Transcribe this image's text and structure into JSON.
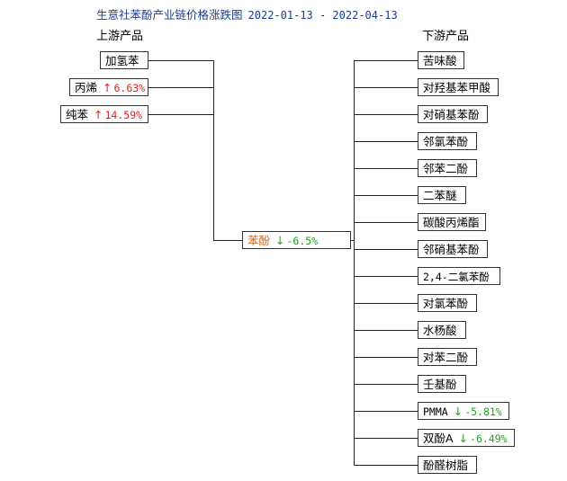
{
  "title": "生意社苯酚产业链价格涨跌图",
  "date_range": "2022-01-13 - 2022-04-13",
  "upstream_header": "上游产品",
  "downstream_header": "下游产品",
  "center": {
    "name": "苯酚",
    "arrow": "↓",
    "change": "-6.5%",
    "direction": "down"
  },
  "upstream": [
    {
      "name": "加氢苯",
      "arrow": "",
      "change": "",
      "direction": "none"
    },
    {
      "name": "丙烯",
      "arrow": "↑",
      "change": "6.63%",
      "direction": "up"
    },
    {
      "name": "纯苯",
      "arrow": "↑",
      "change": "14.59%",
      "direction": "up"
    }
  ],
  "downstream": [
    {
      "name": "苦味酸",
      "arrow": "",
      "change": "",
      "direction": "none"
    },
    {
      "name": "对羟基苯甲酸",
      "arrow": "",
      "change": "",
      "direction": "none"
    },
    {
      "name": "对硝基苯酚",
      "arrow": "",
      "change": "",
      "direction": "none"
    },
    {
      "name": "邻氯苯酚",
      "arrow": "",
      "change": "",
      "direction": "none"
    },
    {
      "name": "邻苯二酚",
      "arrow": "",
      "change": "",
      "direction": "none"
    },
    {
      "name": "二苯醚",
      "arrow": "",
      "change": "",
      "direction": "none"
    },
    {
      "name": "碳酸丙烯酯",
      "arrow": "",
      "change": "",
      "direction": "none"
    },
    {
      "name": "邻硝基苯酚",
      "arrow": "",
      "change": "",
      "direction": "none"
    },
    {
      "name": "2,4-二氯苯酚",
      "arrow": "",
      "change": "",
      "direction": "none"
    },
    {
      "name": "对氯苯酚",
      "arrow": "",
      "change": "",
      "direction": "none"
    },
    {
      "name": "水杨酸",
      "arrow": "",
      "change": "",
      "direction": "none"
    },
    {
      "name": "对苯二酚",
      "arrow": "",
      "change": "",
      "direction": "none"
    },
    {
      "name": "壬基酚",
      "arrow": "",
      "change": "",
      "direction": "none"
    },
    {
      "name": "PMMA",
      "arrow": "↓",
      "change": "-5.81%",
      "direction": "down"
    },
    {
      "name": "双酚A",
      "arrow": "↓",
      "change": "-6.49%",
      "direction": "down"
    },
    {
      "name": "酚醛树脂",
      "arrow": "",
      "change": "",
      "direction": "none"
    }
  ]
}
